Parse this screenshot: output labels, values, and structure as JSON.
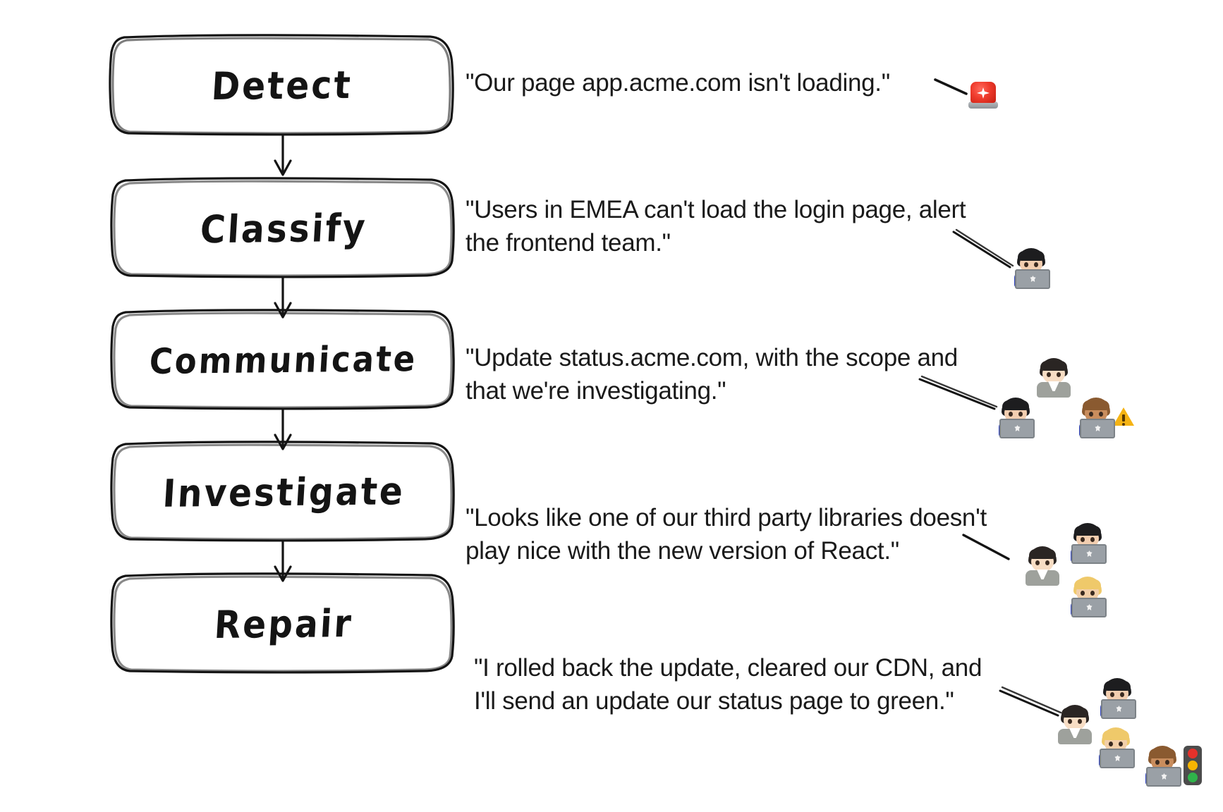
{
  "diagram": {
    "title": "Incident response lifecycle flowchart",
    "style": "hand-drawn sketch",
    "ink_color": "#141414",
    "background": "#ffffff",
    "steps": [
      {
        "id": "detect",
        "label": "Detect",
        "quote": "\"Our page app.acme.com isn't loading.\"",
        "icons": [
          "police-car-light-emoji"
        ]
      },
      {
        "id": "classify",
        "label": "Classify",
        "quote": "\"Users in EMEA can't load the login page, alert\nthe frontend team.\"",
        "icons": [
          "woman-technologist-emoji"
        ]
      },
      {
        "id": "communicate",
        "label": "Communicate",
        "quote": "\"Update status.acme.com, with the scope and\nthat we're investigating.\"",
        "icons": [
          "woman-technologist-emoji",
          "office-worker-emoji",
          "technologist-warning-emoji"
        ]
      },
      {
        "id": "investigate",
        "label": "Investigate",
        "quote": "\"Looks like one of our third party libraries doesn't\nplay nice with the new version of React.\"",
        "icons": [
          "office-worker-emoji",
          "woman-technologist-emoji",
          "blonde-technologist-emoji"
        ]
      },
      {
        "id": "repair",
        "label": "Repair",
        "quote": "\"I rolled back the update, cleared our CDN, and\nI'll send an update our status page to green.\"",
        "icons": [
          "office-worker-emoji",
          "woman-technologist-emoji",
          "blonde-technologist-emoji",
          "technologist-traffic-light-emoji"
        ]
      }
    ],
    "connectors": [
      {
        "from": "detect",
        "to": "classify"
      },
      {
        "from": "classify",
        "to": "communicate"
      },
      {
        "from": "communicate",
        "to": "investigate"
      },
      {
        "from": "investigate",
        "to": "repair"
      }
    ]
  }
}
